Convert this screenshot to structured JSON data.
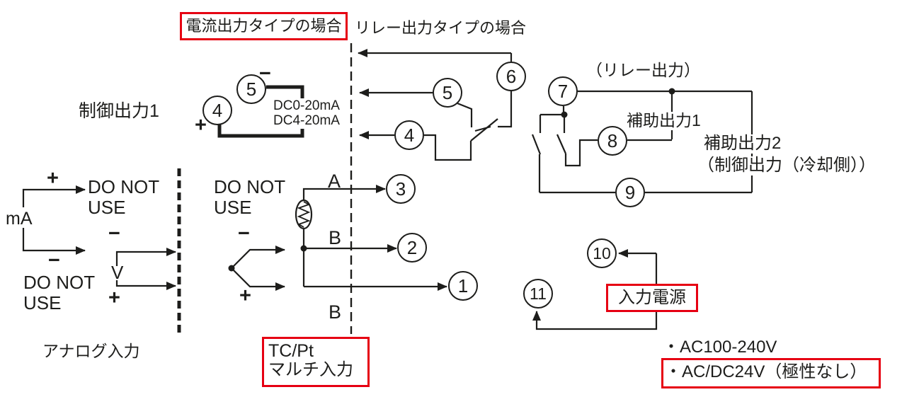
{
  "colors": {
    "line": "#1d1d1b",
    "highlight": "#e60012"
  },
  "headers": {
    "current_output_type": "電流出力タイプの場合",
    "relay_output_type": "リレー出力タイプの場合"
  },
  "control_output1": {
    "label": "制御出力1",
    "terminal_5": "5",
    "terminal_4": "4",
    "minus": "−",
    "plus": "+",
    "range_line1": "DC0-20mA",
    "range_line2": "DC4-20mA"
  },
  "relay_output": {
    "terminal_6": "6",
    "terminal_5": "5",
    "terminal_4": "4",
    "note": "（リレー出力）",
    "terminal_7": "7",
    "terminal_8": "8",
    "terminal_9": "9",
    "aux_output_1": "補助出力1",
    "aux_output_2": "補助出力2",
    "aux_output_2_sub": "（制御出力（冷却側））"
  },
  "analog_input": {
    "label": "アナログ入力",
    "ma_label": "mA",
    "ma_plus": "+",
    "ma_minus": "−",
    "do_not_use_ma_top": "DO NOT USE",
    "do_not_use_ma_bottom": "DO NOT USE",
    "v_label": "V",
    "v_minus": "−",
    "v_plus": "+"
  },
  "sensor_input": {
    "do_not_use": "DO NOT USE",
    "tc_minus": "−",
    "tc_plus": "+",
    "wire_a": "A",
    "wire_b": "B",
    "wire_b2": "B",
    "terminal_3": "3",
    "terminal_2": "2",
    "terminal_1": "1",
    "type_line1": "TC/Pt",
    "type_line2": "マルチ入力"
  },
  "power": {
    "terminal_10": "10",
    "terminal_11": "11",
    "label": "入力電源",
    "spec_1": "・AC100-240V",
    "spec_2": "・AC/DC24V（極性なし）"
  }
}
